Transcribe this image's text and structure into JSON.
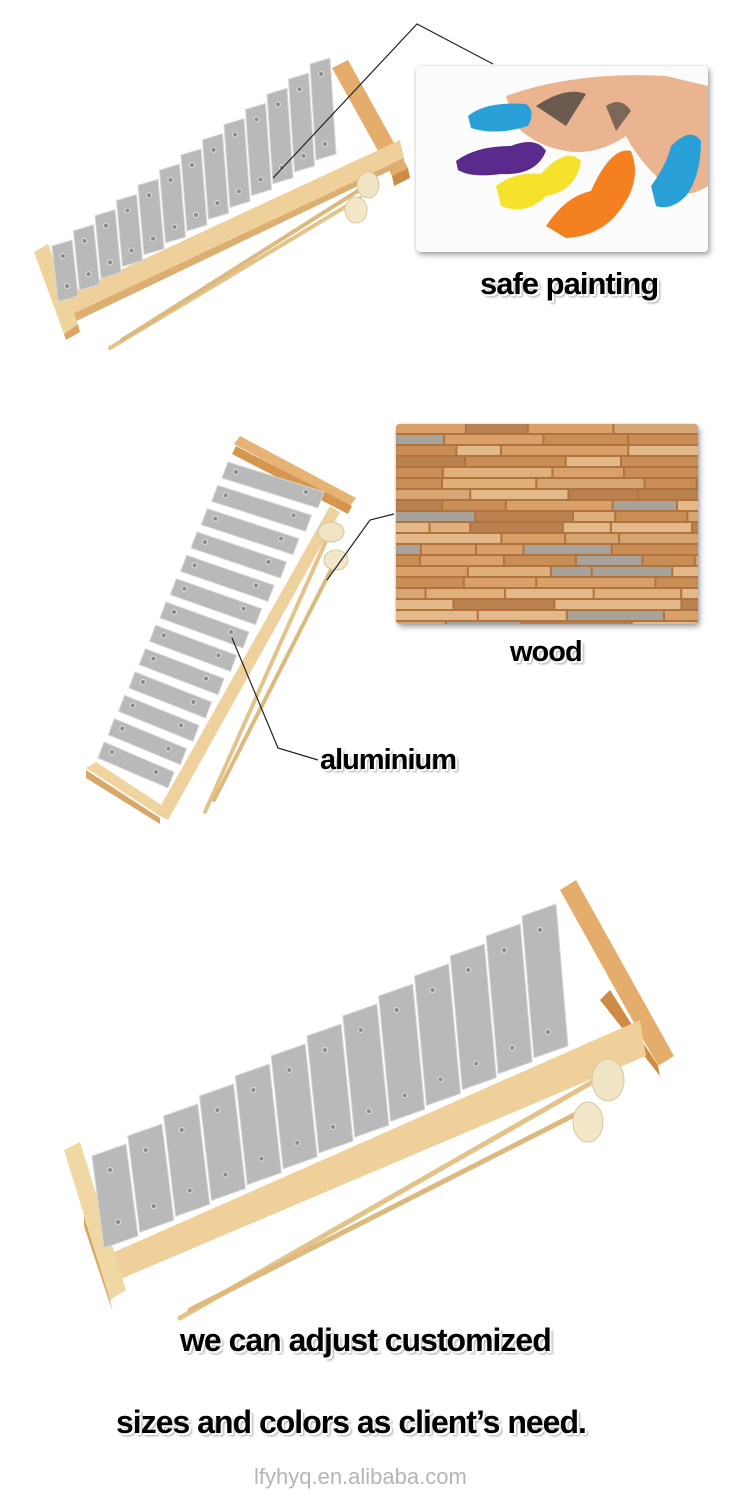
{
  "sections": [
    {
      "id": "painting",
      "caption": "safe painting",
      "photo": "finger-paint-photo",
      "product": "xylophone-13-bars"
    },
    {
      "id": "wood",
      "caption": "wood",
      "photo": "wood-planks-photo",
      "product": "xylophone-13-bars-vertical"
    },
    {
      "id": "aluminium",
      "caption": "aluminium"
    },
    {
      "id": "custom",
      "caption_line1": "we can adjust customized",
      "caption_line2": "sizes and colors as client’s need.",
      "product": "xylophone-13-bars-large"
    }
  ],
  "watermark": "lfyhyq.en.alibaba.com",
  "colors": {
    "aluminium_bar": "#b9b9b9",
    "aluminium_bar_edge": "#d6d6d6",
    "wood_frame": "#e8b778",
    "wood_frame_dark": "#d99a55",
    "mallet_head": "#efe4c4",
    "callout_line": "#222222",
    "watermark": "#b5b5b5"
  }
}
